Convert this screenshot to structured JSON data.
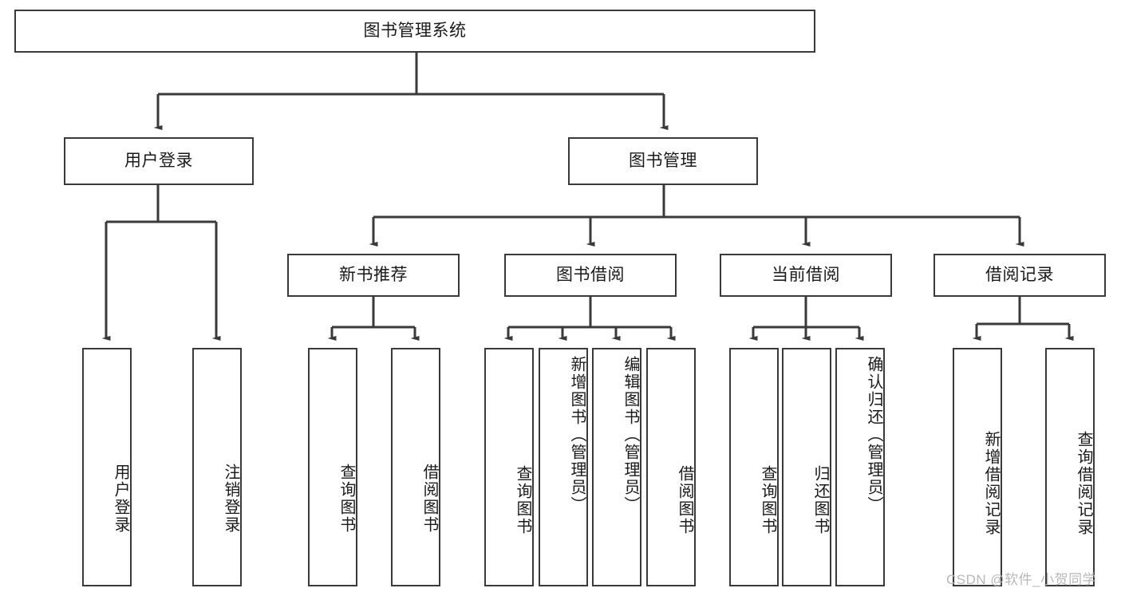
{
  "diagram": {
    "title": "图书管理系统",
    "type": "hierarchy-tree",
    "watermark": "CSDN @软件_小贺同学",
    "colors": {
      "box_border": "#3a3a3a",
      "box_fill": "#ffffff",
      "line": "#3a3a3a",
      "text": "#1a1a1a",
      "watermark": "#b8b8b8"
    },
    "root": {
      "label": "图书管理系统"
    },
    "level1": [
      {
        "id": "user-login",
        "label": "用户登录"
      },
      {
        "id": "book-management",
        "label": "图书管理"
      }
    ],
    "level2": [
      {
        "id": "new-book-recommend",
        "label": "新书推荐",
        "parent": "book-management"
      },
      {
        "id": "book-borrow",
        "label": "图书借阅",
        "parent": "book-management"
      },
      {
        "id": "current-borrow",
        "label": "当前借阅",
        "parent": "book-management"
      },
      {
        "id": "borrow-record",
        "label": "借阅记录",
        "parent": "book-management"
      }
    ],
    "leaves": [
      {
        "id": "leaf-user-login",
        "label": "用户登录",
        "parent": "user-login"
      },
      {
        "id": "leaf-logout-login",
        "label": "注销登录",
        "parent": "user-login"
      },
      {
        "id": "leaf-query-book-1",
        "label": "查询图书",
        "parent": "new-book-recommend"
      },
      {
        "id": "leaf-borrow-book-1",
        "label": "借阅图书",
        "parent": "new-book-recommend"
      },
      {
        "id": "leaf-query-book-2",
        "label": "查询图书",
        "parent": "book-borrow"
      },
      {
        "id": "leaf-add-book",
        "label": "新增图书（管理员）",
        "parent": "book-borrow"
      },
      {
        "id": "leaf-edit-book",
        "label": "编辑图书（管理员）",
        "parent": "book-borrow"
      },
      {
        "id": "leaf-borrow-book-2",
        "label": "借阅图书",
        "parent": "book-borrow"
      },
      {
        "id": "leaf-query-book-3",
        "label": "查询图书",
        "parent": "current-borrow"
      },
      {
        "id": "leaf-return-book",
        "label": "归还图书",
        "parent": "current-borrow"
      },
      {
        "id": "leaf-confirm-return",
        "label": "确认归还（管理员）",
        "parent": "current-borrow"
      },
      {
        "id": "leaf-add-record",
        "label": "新增借阅记录",
        "parent": "borrow-record"
      },
      {
        "id": "leaf-query-record",
        "label": "查询借阅记录",
        "parent": "borrow-record"
      }
    ]
  }
}
